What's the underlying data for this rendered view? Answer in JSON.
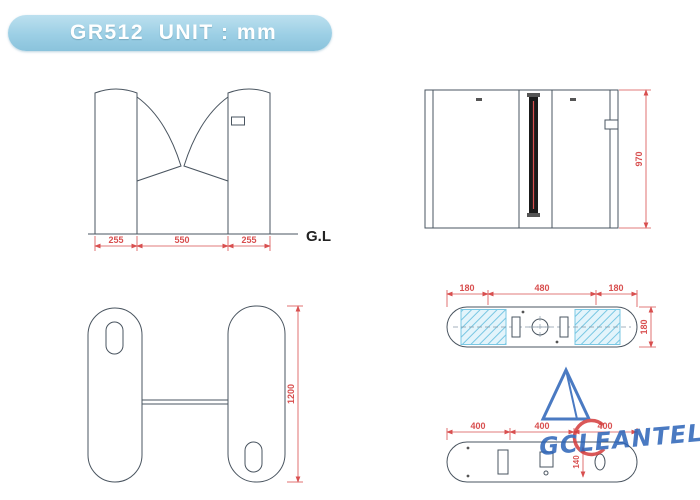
{
  "banner": {
    "title": "GR512  UNIT : mm",
    "bg_color": "#9ccfe5"
  },
  "front_view": {
    "dim_left": "255",
    "dim_center": "550",
    "dim_right": "255",
    "ground_label": "G.L"
  },
  "side_view": {
    "dim_height": "970"
  },
  "profile_view": {
    "dim_height": "1200"
  },
  "plan_view_top": {
    "dim_left": "180",
    "dim_center": "480",
    "dim_right": "180",
    "dim_depth": "180"
  },
  "plan_view_bottom": {
    "dim_seg1": "400",
    "dim_seg2": "400",
    "dim_seg3": "400",
    "dim_inner": "140"
  },
  "watermark": {
    "brand": "GCLEANTELL",
    "blue": "#2b63b8",
    "red": "#d43c3c"
  },
  "colors": {
    "dimension": "#d84f4f",
    "line": "#4a5560",
    "hatch": "#79c7e3",
    "sensor_strip": "#1b1b1b"
  }
}
